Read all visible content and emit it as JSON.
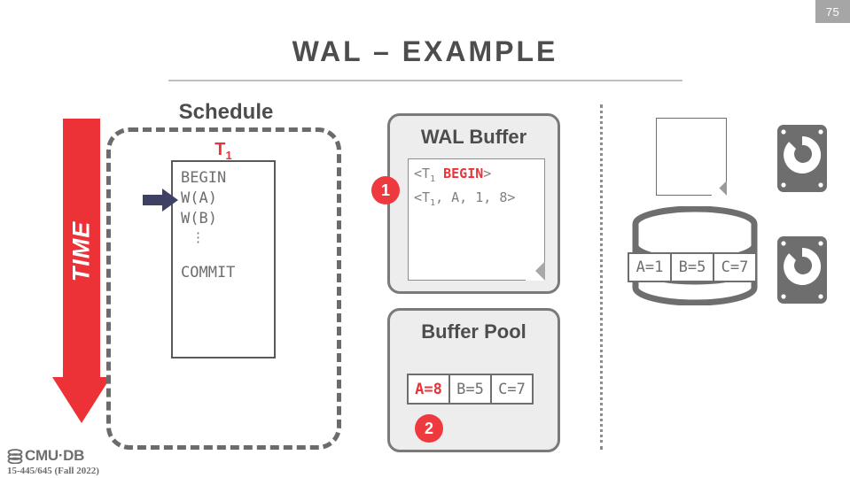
{
  "slide": {
    "page_number": "75",
    "title": "WAL – EXAMPLE",
    "accent_red": "#ed3237",
    "gray": "#4d4d4d"
  },
  "time_axis": {
    "label": "TIME",
    "direction": "down",
    "color": "#ed3237"
  },
  "schedule": {
    "label": "Schedule",
    "transaction": "T",
    "transaction_sub": "1",
    "operations": [
      "BEGIN",
      "W(A)",
      "W(B)",
      "⋮",
      "COMMIT"
    ],
    "pointer_at": "W(A)"
  },
  "wal_buffer": {
    "title": "WAL Buffer",
    "badge": "1",
    "records": [
      {
        "prefix": "<T",
        "sub": "1",
        "mid": " ",
        "keyword": "BEGIN",
        "suffix": ">"
      },
      {
        "prefix": "<T",
        "sub": "1",
        "mid": ", A, 1, 8>",
        "keyword": "",
        "suffix": ""
      }
    ]
  },
  "buffer_pool": {
    "title": "Buffer Pool",
    "badge": "2",
    "cells": [
      {
        "text": "A=8",
        "highlight": true
      },
      {
        "text": "B=5",
        "highlight": false
      },
      {
        "text": "C=7",
        "highlight": false
      }
    ]
  },
  "disk": {
    "page_icon": "empty-page-icon",
    "database_icon": "database-cylinder-icon",
    "cells": [
      {
        "text": "A=1"
      },
      {
        "text": "B=5"
      },
      {
        "text": "C=7"
      }
    ],
    "drives": [
      "hard-disk-icon",
      "hard-disk-icon"
    ]
  },
  "footer": {
    "logo": "CMU·DB",
    "course": "15-445/645 (Fall 2022)"
  }
}
